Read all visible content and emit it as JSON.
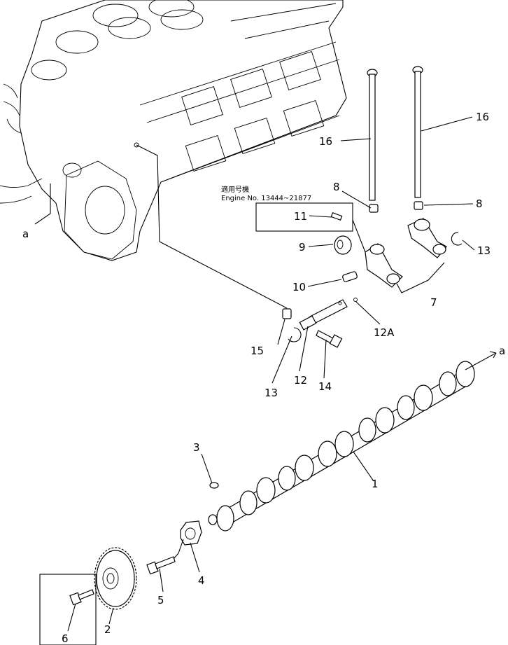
{
  "applicability_note": {
    "line1": "適用号機",
    "line2": "Engine  No. 13444~21877"
  },
  "callouts": {
    "c1": "1",
    "c2": "2",
    "c3": "3",
    "c4": "4",
    "c5": "5",
    "c6": "6",
    "c7": "7",
    "c8a": "8",
    "c8b": "8",
    "c9": "9",
    "c10": "10",
    "c11": "11",
    "c12": "12",
    "c12a": "12A",
    "c13a": "13",
    "c13b": "13",
    "c14": "14",
    "c15": "15",
    "c16a": "16",
    "c16b": "16",
    "ref_a_left": "a",
    "ref_a_right": "a"
  }
}
